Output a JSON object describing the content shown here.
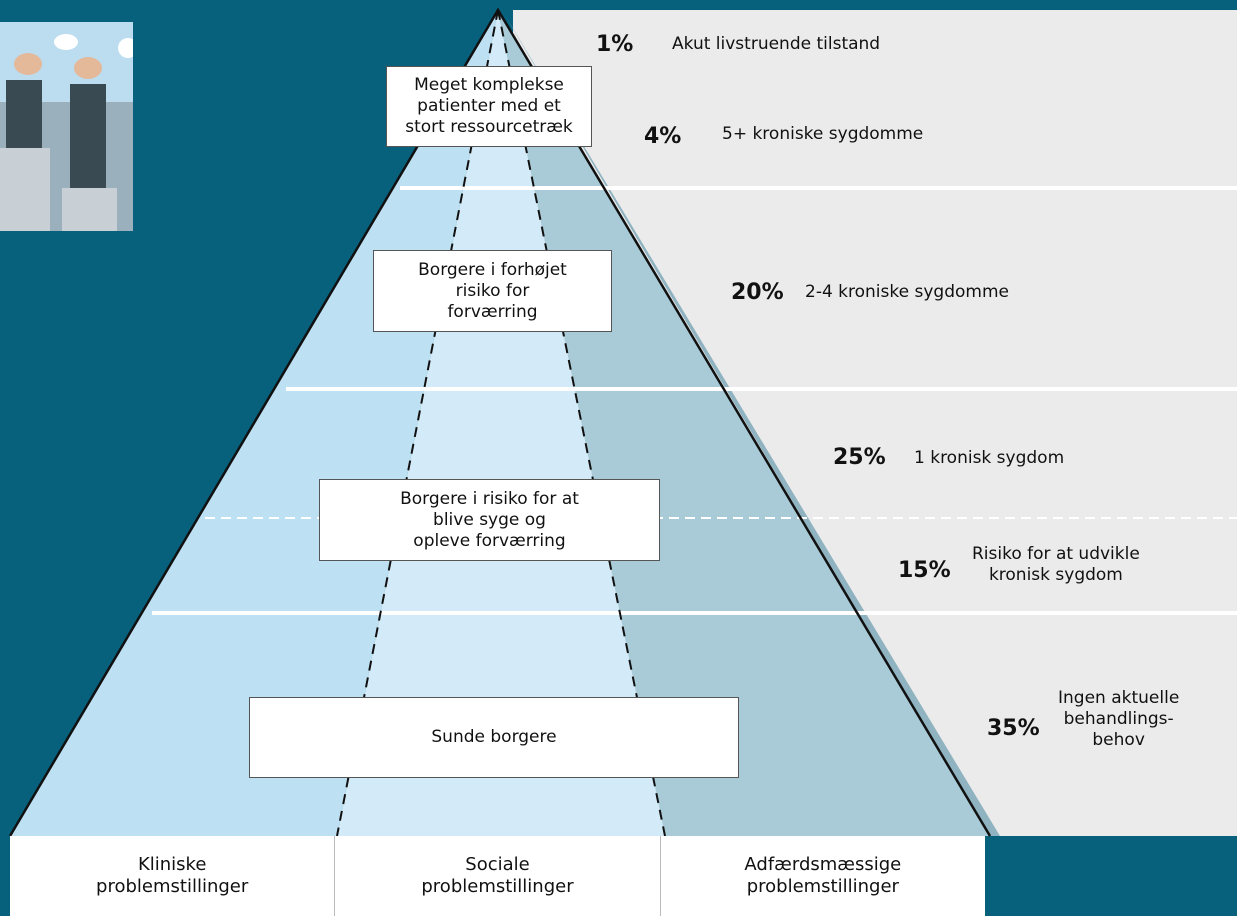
{
  "tiers": [
    {
      "box_text": "Meget komplekse\npatienter med et\nstort ressourcetræk",
      "rows": [
        {
          "pct": "1%",
          "desc": "Akut livstruende tilstand"
        },
        {
          "pct": "4%",
          "desc": "5+ kroniske sygdomme"
        }
      ]
    },
    {
      "box_text": "Borgere i forhøjet\nrisiko for\nforværring",
      "rows": [
        {
          "pct": "20%",
          "desc": "2-4 kroniske sygdomme"
        }
      ]
    },
    {
      "box_text": "Borgere i risiko for at\nblive syge og\nopleve forværring",
      "rows": [
        {
          "pct": "25%",
          "desc": "1 kronisk sygdom"
        },
        {
          "pct": "15%",
          "desc": "Risiko for at udvikle\nkronisk sygdom"
        }
      ]
    },
    {
      "box_text": "Sunde borgere",
      "rows": [
        {
          "pct": "35%",
          "desc": "Ingen aktuelle\nbehandlings-\nbehov"
        }
      ]
    }
  ],
  "columns": [
    "Kliniske\nproblemstillinger",
    "Sociale\nproblemstillinger",
    "Adfærdsmæssige\nproblemstillinger"
  ],
  "colors": {
    "background": "#07607c",
    "panel": "#ebebeb",
    "pyramid_left": "#bde0f2",
    "pyramid_middle": "#d3ebf8",
    "pyramid_right": "#a8cbd7",
    "box": "#ffffff"
  },
  "icons": {
    "illustration": "two-people-standing-on-pedestals-icon"
  }
}
